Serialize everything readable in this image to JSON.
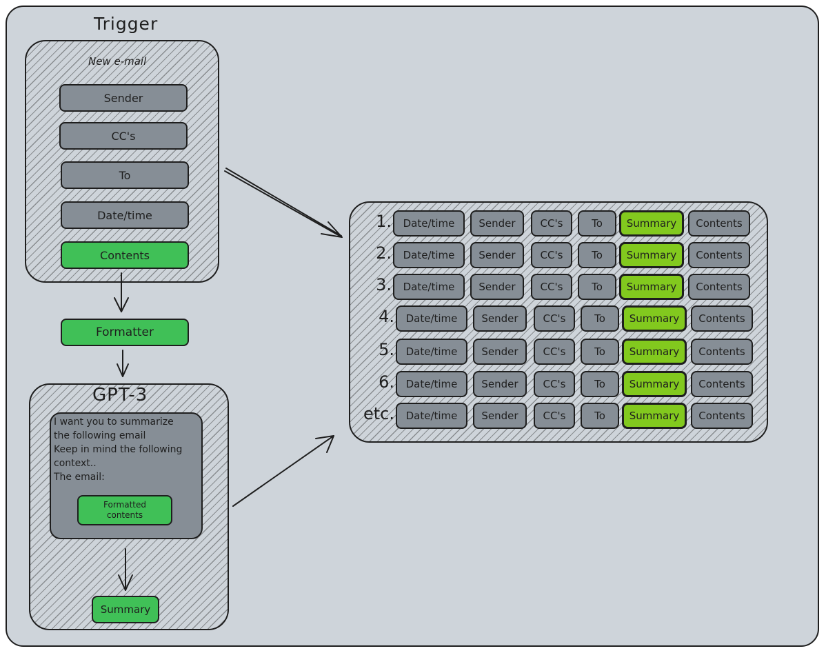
{
  "trigger": {
    "title": "Trigger",
    "panel_label": "New e-mail",
    "fields": [
      "Sender",
      "CC's",
      "To",
      "Date/time"
    ],
    "highlight_field": "Contents"
  },
  "formatter": {
    "label": "Formatter"
  },
  "gpt": {
    "title": "GPT-3",
    "prompt_lines": [
      "I want you to summarize",
      "the following email",
      "Keep in mind the following",
      "context..",
      "The email:"
    ],
    "formatted_label_line1": "Formatted",
    "formatted_label_line2": "contents",
    "output_label": "Summary"
  },
  "table": {
    "columns": [
      "Date/time",
      "Sender",
      "CC's",
      "To",
      "Summary",
      "Contents"
    ],
    "row_labels": [
      "1.",
      "2.",
      "3.",
      "4.",
      "5.",
      "6.",
      "etc."
    ]
  },
  "colors": {
    "background": "#ced4da",
    "field_gray": "#868e96",
    "green": "#40c057",
    "summary_lime": "#82c91e",
    "stroke": "#1e1e1e"
  }
}
